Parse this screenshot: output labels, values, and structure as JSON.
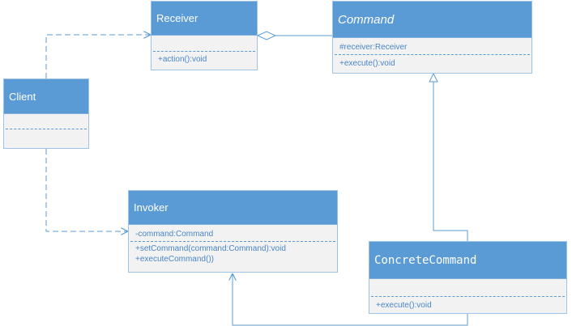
{
  "classes": {
    "receiver": {
      "name": "Receiver",
      "attributes": [],
      "operations": [
        "+action():void"
      ]
    },
    "command": {
      "name": "Command",
      "attributes": [
        "#receiver:Receiver"
      ],
      "operations": [
        "+execute():void"
      ]
    },
    "client": {
      "name": "Client",
      "attributes": [],
      "operations": []
    },
    "invoker": {
      "name": "Invoker",
      "attributes": [
        "-command:Command"
      ],
      "operations": [
        "+setCommand(command:Command):void",
        "+executeCommand())"
      ]
    },
    "concrete_command": {
      "name": "ConcreteCommand",
      "attributes": [],
      "operations": [
        "+execute():void"
      ]
    }
  },
  "colors": {
    "header": "#5b9bd5",
    "body": "#f2f2f2",
    "border": "#9dc3e6",
    "line": "#5b9bd5",
    "text": "#4a86c7"
  }
}
